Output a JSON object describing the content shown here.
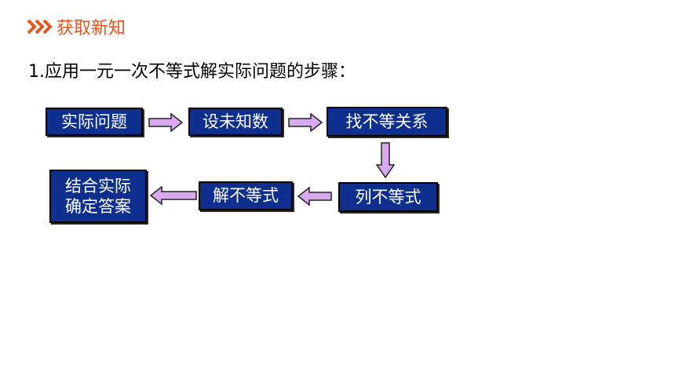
{
  "header": {
    "title": "获取新知",
    "icon": "double-chevron-icon",
    "accent": "#e8541e"
  },
  "subtitle": "1.应用一元一次不等式解实际问题的步骤：",
  "steps": [
    {
      "label": "实际问题"
    },
    {
      "label": "设未知数"
    },
    {
      "label": "找不等关系"
    },
    {
      "label": "列不等式"
    },
    {
      "label": "解不等式"
    },
    {
      "label": "结合实际",
      "label2": "确定答案"
    }
  ],
  "colors": {
    "box_fill": "#0f2f8e",
    "box_text": "#ffffff",
    "arrow_fill": "#d9a8ee",
    "arrow_stroke": "#222222"
  }
}
